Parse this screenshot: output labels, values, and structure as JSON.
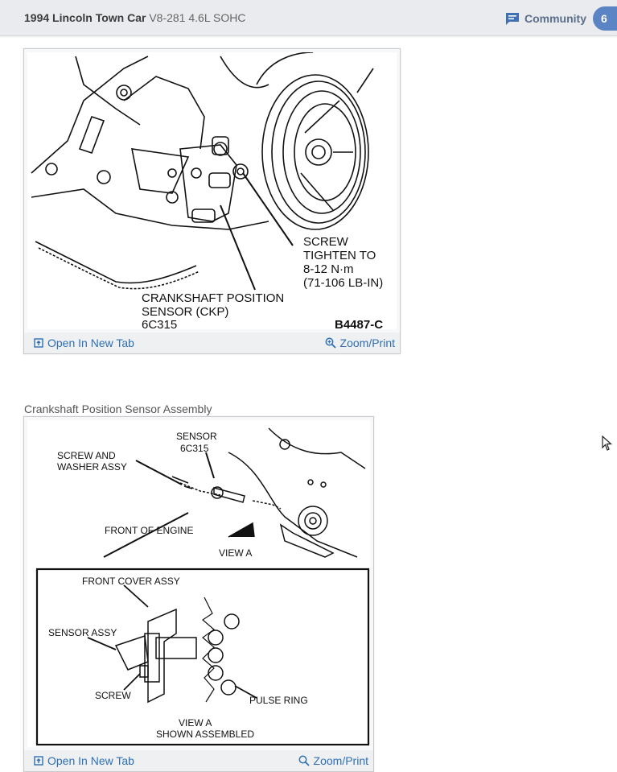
{
  "header": {
    "vehicle_strong": "1994 Lincoln Town Car",
    "vehicle_light": "V8-281 4.6L SOHC",
    "community_label": "Community",
    "community_count": "6"
  },
  "figure1": {
    "labels": {
      "screw": "SCREW",
      "tighten": "TIGHTEN TO",
      "torque_nm": "8-12 N·m",
      "torque_lbin": "(71-106 LB-IN)",
      "sensor_line1": "CRANKSHAFT POSITION",
      "sensor_line2": "SENSOR (CKP)",
      "part_number": "6C315",
      "figure_id": "B4487-C"
    },
    "open_label": "Open In New Tab",
    "zoom_label": "Zoom/Print"
  },
  "figure2": {
    "caption": "Crankshaft Position Sensor Assembly",
    "labels": {
      "sensor": "SENSOR",
      "sensor_pn": "6C315",
      "screw_washer1": "SCREW AND",
      "screw_washer2": "WASHER ASSY",
      "front_engine": "FRONT OF ENGINE",
      "view_a": "VIEW A",
      "front_cover": "FRONT COVER ASSY",
      "sensor_assy": "SENSOR ASSY",
      "screw": "SCREW",
      "pulse_ring": "PULSE RING",
      "view_a2": "VIEW A",
      "shown_assembled": "SHOWN ASSEMBLED"
    },
    "open_label": "Open In New Tab",
    "zoom_label": "Zoom/Print"
  },
  "icons": {
    "chat": "chat-bubble-icon",
    "open": "open-in-new-tab-icon",
    "zoom": "zoom-magnifier-icon",
    "cursor": "mouse-pointer-icon"
  },
  "colors": {
    "link": "#2f6fb3",
    "badge": "#5b84c4",
    "header_bg": "#e9ebee"
  }
}
